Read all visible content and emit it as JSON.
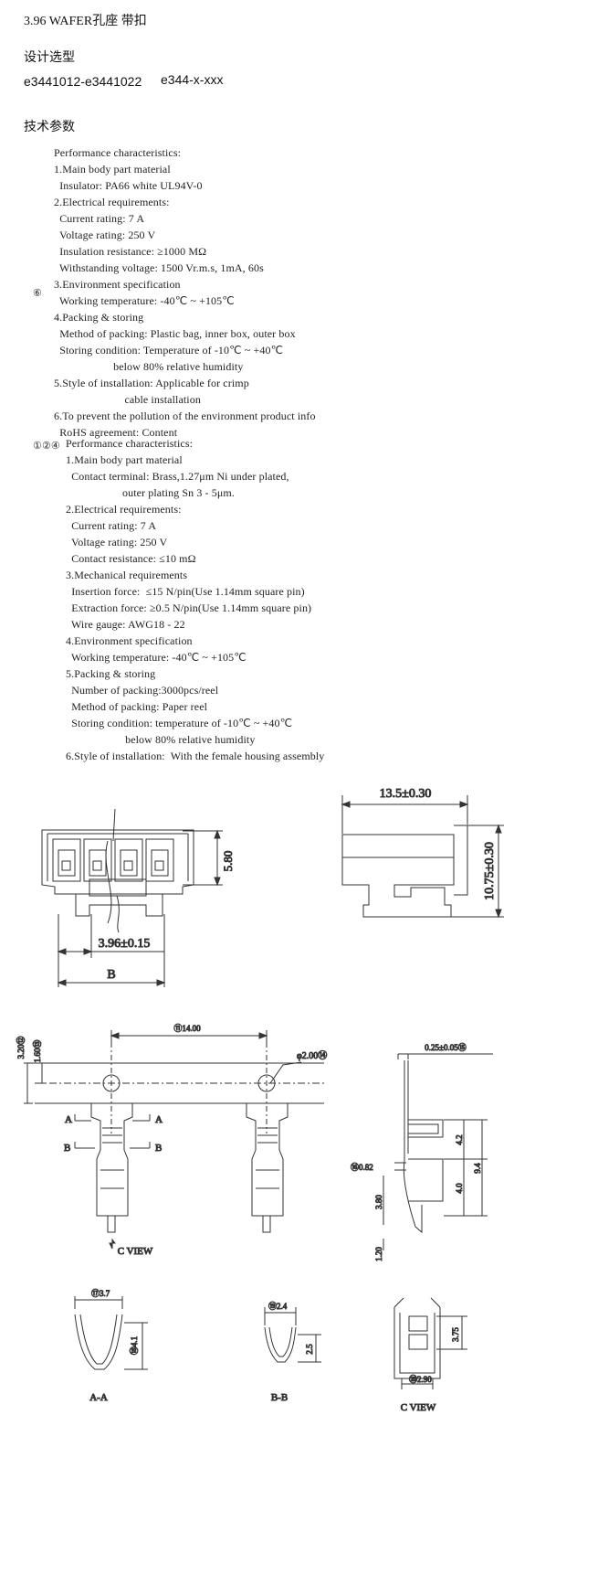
{
  "header": {
    "title": "3.96   WAFER孔座 带扣",
    "design_heading": "设计选型",
    "part_range": "e3441012-e3441022",
    "part_pattern": "e344-x-xxx",
    "tech_heading": "技术参数"
  },
  "spec_a": {
    "marker": "⑥",
    "lines": [
      "Performance characteristics:",
      "1.Main body part material",
      "  Insulator: PA66 white UL94V-0",
      "2.Electrical requirements:",
      "  Current rating: 7 A",
      "  Voltage rating: 250 V",
      "  Insulation resistance: ≥1000 MΩ",
      "  Withstanding voltage: 1500 Vr.m.s, 1mA, 60s",
      "3.Environment specification",
      "  Working temperature: -40℃ ~ +105℃",
      "4.Packing & storing",
      "  Method of packing: Plastic bag, inner box, outer box",
      "  Storing condition: Temperature of -10℃ ~ +40℃",
      "                     below 80% relative humidity",
      "5.Style of installation: Applicable for crimp",
      "                         cable installation",
      "6.To prevent the pollution of the environment product info",
      "  RoHS agreement: Content"
    ]
  },
  "spec_b": {
    "marker": "①②④",
    "lines": [
      "Performance characteristics:",
      "1.Main body part material",
      "  Contact terminal: Brass,1.27μm Ni under plated,",
      "                    outer plating Sn 3 - 5μm.",
      "2.Electrical requirements:",
      "  Current rating: 7 A",
      "  Voltage rating: 250 V",
      "  Contact resistance: ≤10 mΩ",
      "3.Mechanical requirements",
      "  Insertion force:  ≤15 N/pin(Use 1.14mm square pin)",
      "  Extraction force: ≥0.5 N/pin(Use 1.14mm square pin)",
      "  Wire gauge: AWG18 - 22",
      "4.Environment specification",
      "  Working temperature: -40℃ ~ +105℃",
      "5.Packing & storing",
      "  Number of packing:3000pcs/reel",
      "  Method of packing: Paper reel",
      "  Storing condition: temperature of -10℃ ~ +40℃",
      "                     below 80% relative humidity",
      "6.Style of installation:  With the female housing assembly"
    ]
  },
  "drawings": {
    "housing_front": {
      "dim_height": "5.80",
      "dim_pitch": "3.96±0.15",
      "dim_b": "B"
    },
    "housing_side": {
      "dim_length": "13.5±0.30",
      "dim_height": "10.75±0.30"
    },
    "reel": {
      "dim_pitch": "⑪14.00",
      "dim_hole": "φ2.00⑭",
      "dim_top1": "3.20⑫",
      "dim_top2": "1.60⑬",
      "section_a": "A",
      "section_b": "B",
      "view_label": "C VIEW"
    },
    "terminal_side": {
      "dim_thickness": "0.25±0.05⑮",
      "dim_1": "4.2",
      "dim_2": "9.4",
      "dim_3": "4.0",
      "dim_4": "⑯0.82",
      "dim_5": "3.80",
      "dim_6": "1.20"
    },
    "section_aa": {
      "dim_w": "⑰3.7",
      "dim_h": "⑱4.1",
      "label": "A-A"
    },
    "section_bb": {
      "dim_w": "⑲2.4",
      "dim_h": "2.5",
      "label": "B-B"
    },
    "c_view": {
      "dim_h": "3.75",
      "dim_w": "⑳2.90",
      "label": "C VIEW"
    }
  }
}
